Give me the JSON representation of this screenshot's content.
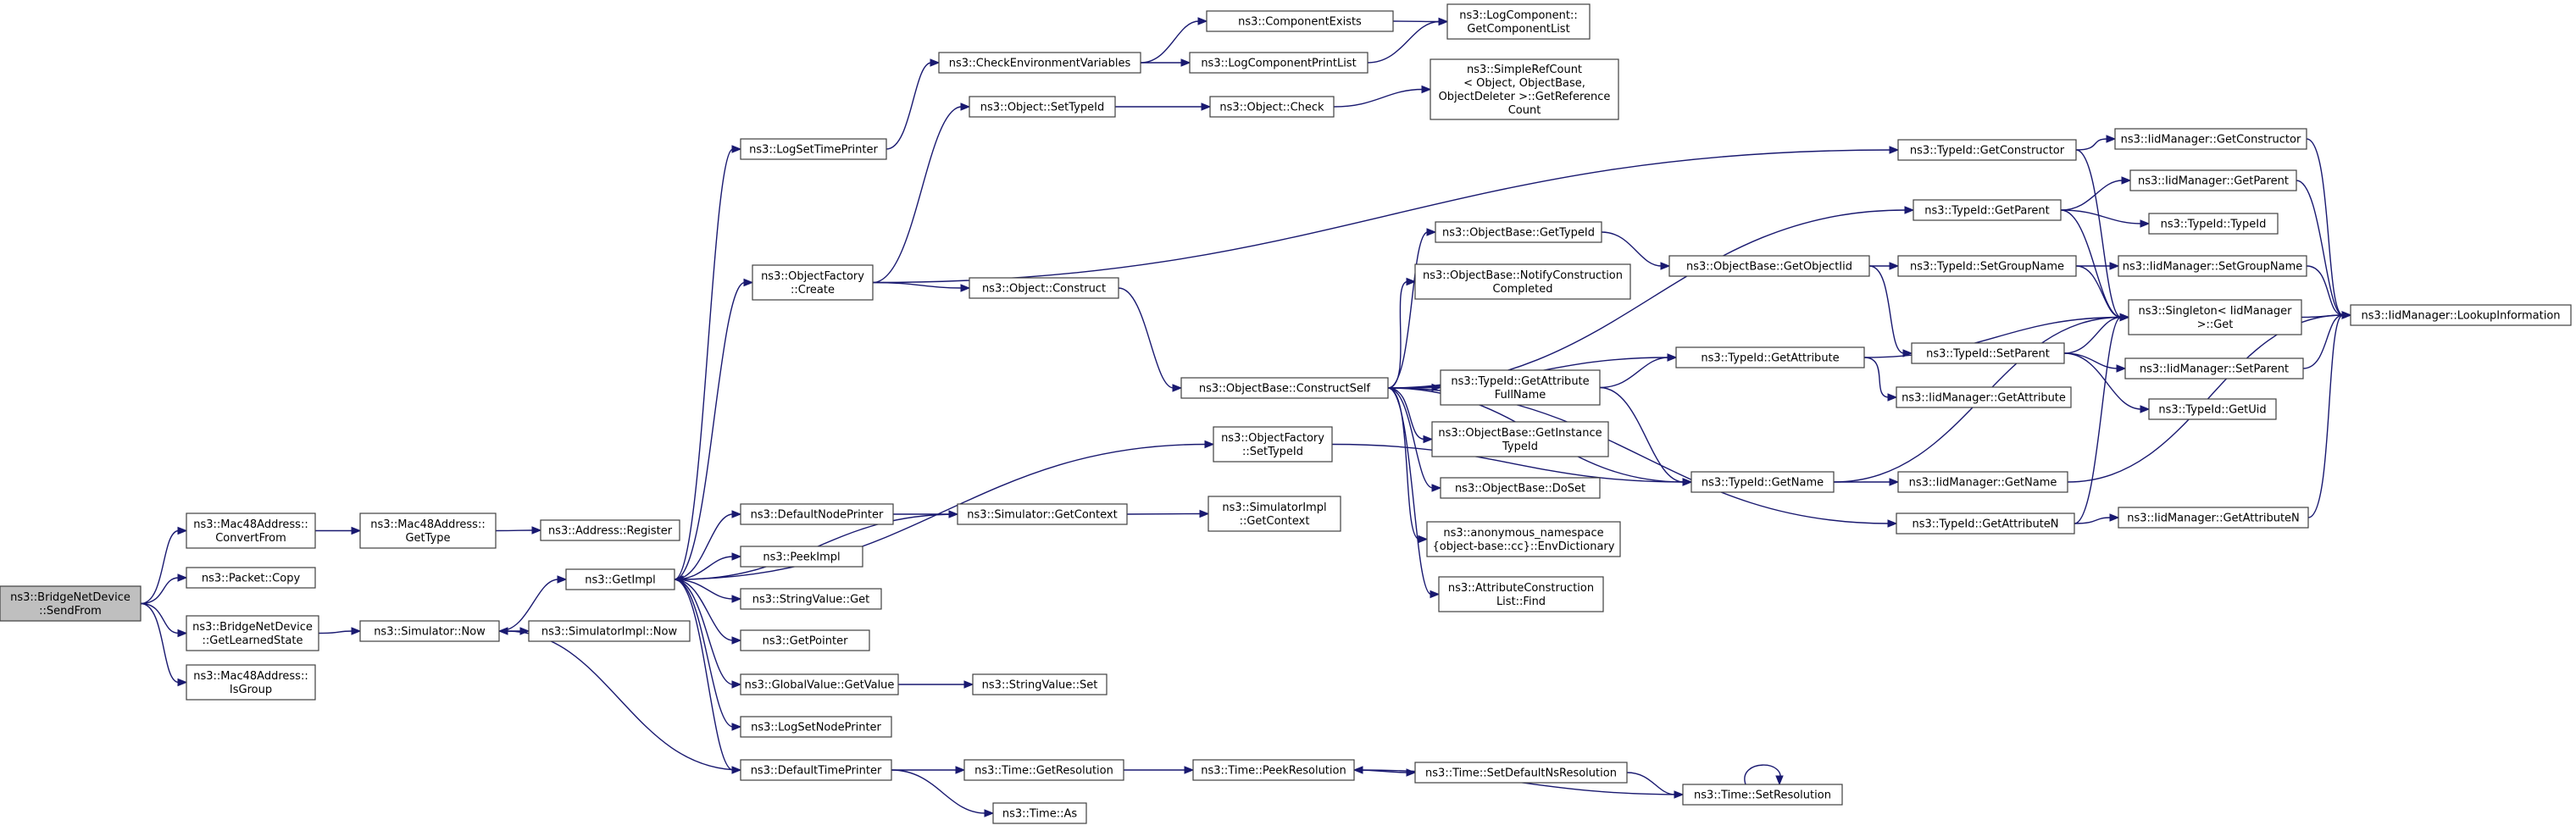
{
  "colors": {
    "edge": "#191970",
    "node_border": "#404040",
    "root_fill": "#bfbfbf",
    "node_fill": "#ffffff"
  },
  "nodes": {
    "sendfrom": [
      "ns3::BridgeNetDevice",
      "::SendFrom"
    ],
    "convertfrom": [
      "ns3::Mac48Address::",
      "ConvertFrom"
    ],
    "packetcopy": [
      "ns3::Packet::Copy"
    ],
    "getlearnedstate": [
      "ns3::BridgeNetDevice",
      "::GetLearnedState"
    ],
    "isgroup": [
      "ns3::Mac48Address::",
      "IsGroup"
    ],
    "mac_gettype": [
      "ns3::Mac48Address::",
      "GetType"
    ],
    "addr_register": [
      "ns3::Address::Register"
    ],
    "sim_now": [
      "ns3::Simulator::Now"
    ],
    "simimpl_now": [
      "ns3::SimulatorImpl::Now"
    ],
    "getimpl": [
      "ns3::GetImpl"
    ],
    "logsettimeprinter": [
      "ns3::LogSetTimePrinter"
    ],
    "objfactory_create": [
      "ns3::ObjectFactory",
      "::Create"
    ],
    "defaultnodeprinter": [
      "ns3::DefaultNodePrinter"
    ],
    "peekimpl": [
      "ns3::PeekImpl"
    ],
    "stringvalue_get": [
      "ns3::StringValue::Get"
    ],
    "getpointer": [
      "ns3::GetPointer"
    ],
    "globalvalue_getvalue": [
      "ns3::GlobalValue::GetValue"
    ],
    "logsetnodeprinter": [
      "ns3::LogSetNodePrinter"
    ],
    "defaulttimeprinter": [
      "ns3::DefaultTimePrinter"
    ],
    "checkenv": [
      "ns3::CheckEnvironmentVariables"
    ],
    "object_settypeid": [
      "ns3::Object::SetTypeId"
    ],
    "object_construct": [
      "ns3::Object::Construct"
    ],
    "sim_getcontext": [
      "ns3::Simulator::GetContext"
    ],
    "stringvalue_set": [
      "ns3::StringValue::Set"
    ],
    "time_getresolution": [
      "ns3::Time::GetResolution"
    ],
    "time_as": [
      "ns3::Time::As"
    ],
    "compexists": [
      "ns3::ComponentExists"
    ],
    "logcompprintlist": [
      "ns3::LogComponentPrintList"
    ],
    "object_check": [
      "ns3::Object::Check"
    ],
    "objbase_constructself": [
      "ns3::ObjectBase::ConstructSelf"
    ],
    "objfactory_settypeid": [
      "ns3::ObjectFactory",
      "::SetTypeId"
    ],
    "simimpl_getcontext": [
      "ns3::SimulatorImpl",
      "::GetContext"
    ],
    "time_peekresolution": [
      "ns3::Time::PeekResolution"
    ],
    "logcomp_getcomplist": [
      "ns3::LogComponent::",
      "GetComponentList"
    ],
    "simplerefcount": [
      "ns3::SimpleRefCount",
      "< Object, ObjectBase,",
      "ObjectDeleter >::GetReference",
      "Count"
    ],
    "objbase_gettypeid": [
      "ns3::ObjectBase::GetTypeId"
    ],
    "objbase_notify": [
      "ns3::ObjectBase::NotifyConstruction",
      "Completed"
    ],
    "typeid_getattrfullname": [
      "ns3::TypeId::GetAttribute",
      "FullName"
    ],
    "objbase_getinstancetypeid": [
      "ns3::ObjectBase::GetInstance",
      "TypeId"
    ],
    "objbase_doset": [
      "ns3::ObjectBase::DoSet"
    ],
    "anon_envdict": [
      "ns3::anonymous_namespace",
      "{object-base::cc}::EnvDictionary"
    ],
    "attrconstrlist_find": [
      "ns3::AttributeConstruction",
      "List::Find"
    ],
    "time_setdefaultns": [
      "ns3::Time::SetDefaultNsResolution"
    ],
    "objbase_getobjectiid": [
      "ns3::ObjectBase::GetObjectIid"
    ],
    "typeid_getattribute": [
      "ns3::TypeId::GetAttribute"
    ],
    "typeid_getname": [
      "ns3::TypeId::GetName"
    ],
    "time_setresolution": [
      "ns3::Time::SetResolution"
    ],
    "typeid_getconstructor": [
      "ns3::TypeId::GetConstructor"
    ],
    "typeid_getparent": [
      "ns3::TypeId::GetParent"
    ],
    "typeid_setgroupname": [
      "ns3::TypeId::SetGroupName"
    ],
    "typeid_setparent": [
      "ns3::TypeId::SetParent"
    ],
    "iid_getattribute": [
      "ns3::IidManager::GetAttribute"
    ],
    "iid_getname": [
      "ns3::IidManager::GetName"
    ],
    "typeid_getattributen": [
      "ns3::TypeId::GetAttributeN"
    ],
    "iid_getconstructor": [
      "ns3::IidManager::GetConstructor"
    ],
    "iid_getparent": [
      "ns3::IidManager::GetParent"
    ],
    "typeid_typeid": [
      "ns3::TypeId::TypeId"
    ],
    "iid_setgroupname": [
      "ns3::IidManager::SetGroupName"
    ],
    "singleton_get": [
      "ns3::Singleton< IidManager",
      " >::Get"
    ],
    "iid_setparent": [
      "ns3::IidManager::SetParent"
    ],
    "typeid_getuid": [
      "ns3::TypeId::GetUid"
    ],
    "iid_getattributen": [
      "ns3::IidManager::GetAttributeN"
    ],
    "iid_lookupinfo": [
      "ns3::IidManager::LookupInformation"
    ]
  }
}
